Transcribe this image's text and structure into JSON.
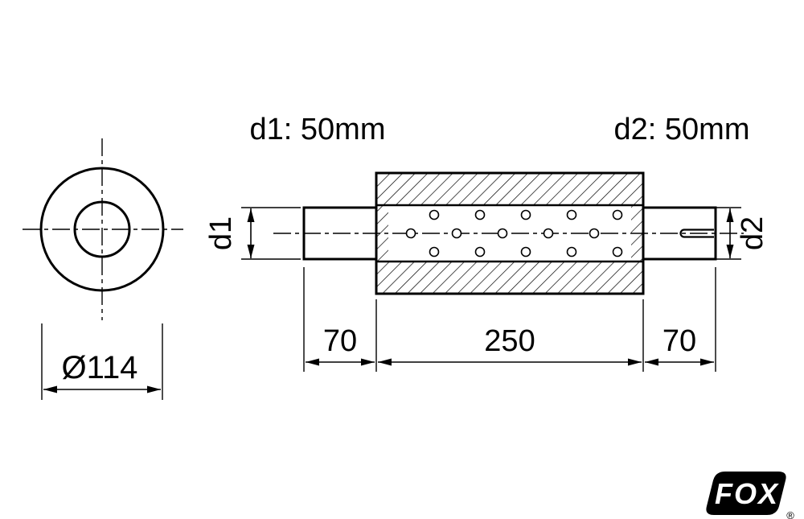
{
  "drawing": {
    "top_labels": {
      "d1": "d1: 50mm",
      "d2": "d2: 50mm"
    },
    "side_labels": {
      "d1": "d1",
      "d2": "d2"
    },
    "front_view": {
      "diameter_label": "Ø114"
    },
    "dimensions": {
      "inlet_length": "70",
      "body_length": "250",
      "outlet_length": "70"
    },
    "logo": {
      "text": "FOX",
      "registered": "®"
    },
    "colors": {
      "line": "#000000",
      "background": "#ffffff",
      "logo_background": "#000000",
      "logo_text": "#ffffff"
    }
  }
}
